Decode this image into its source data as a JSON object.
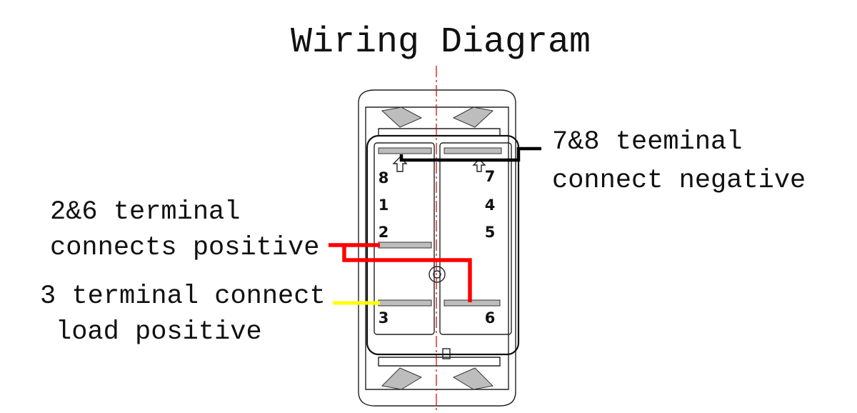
{
  "diagram": {
    "title": "Wiring Diagram",
    "callouts": [
      {
        "id": "neg",
        "lines": [
          "7&8 teeminal",
          "connect negative"
        ]
      },
      {
        "id": "pos",
        "lines": [
          "2&6 terminal",
          "connects positive"
        ]
      },
      {
        "id": "load",
        "lines": [
          "3 terminal connect",
          "load positive"
        ]
      }
    ],
    "pins": [
      "8",
      "1",
      "2",
      "3",
      "7",
      "4",
      "5",
      "6"
    ],
    "wire_colors": {
      "negative": "#000000",
      "positive": "#ff0000",
      "load": "#ffff00",
      "centerline": "#cc0000"
    }
  }
}
